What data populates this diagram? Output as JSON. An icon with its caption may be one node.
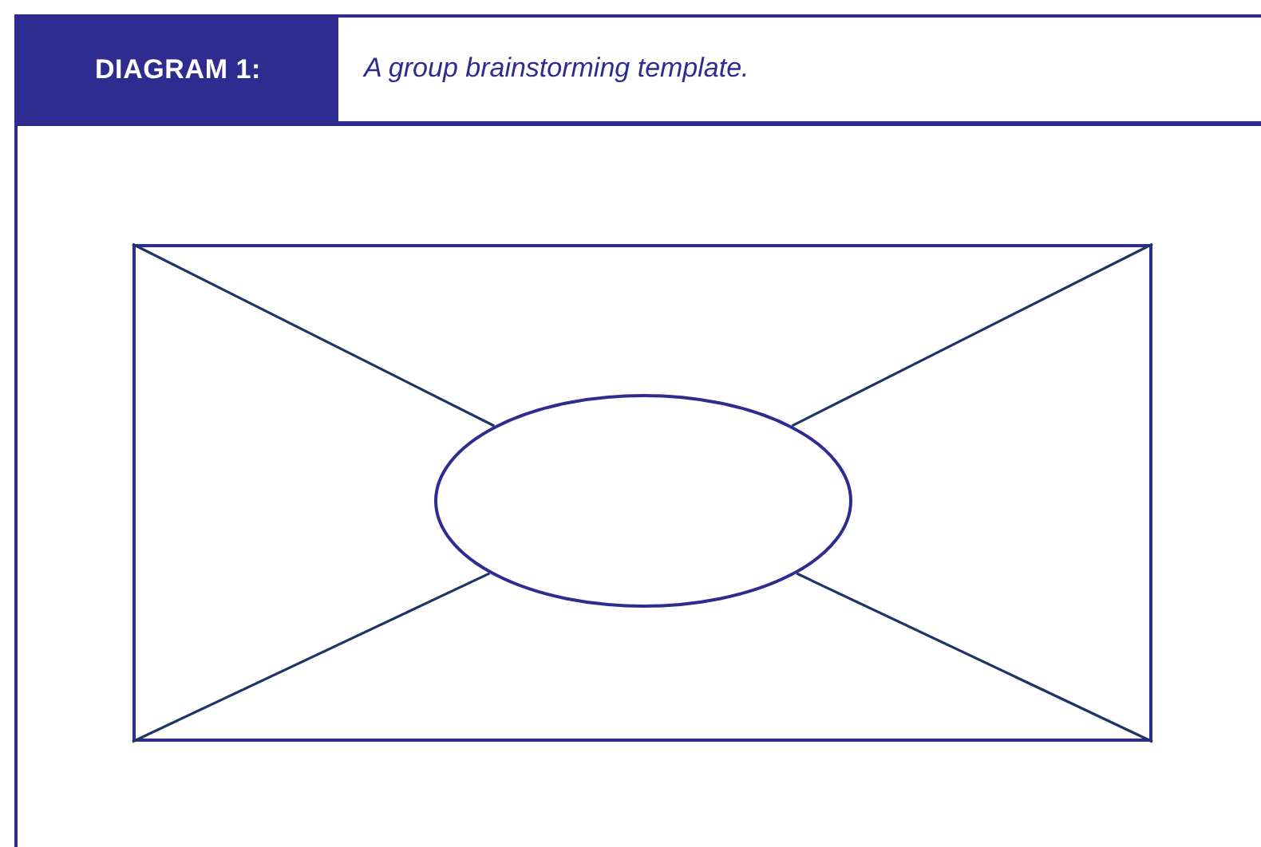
{
  "diagram": {
    "title": "DIAGRAM 1:",
    "caption": "A group brainstorming template.",
    "nodes": [
      {
        "text": [],
        "shape": "box"
      },
      {
        "text": [],
        "shape": "ellipse",
        "in": 0
      }
    ],
    "edges": [
      {
        "from": 0,
        "to": 1,
        "arrow": "none"
      },
      {
        "from": 0,
        "to": 1,
        "arrow": "none"
      },
      {
        "from": 0,
        "to": 1,
        "arrow": "none"
      },
      {
        "from": 0,
        "to": 1,
        "arrow": "none"
      }
    ]
  }
}
